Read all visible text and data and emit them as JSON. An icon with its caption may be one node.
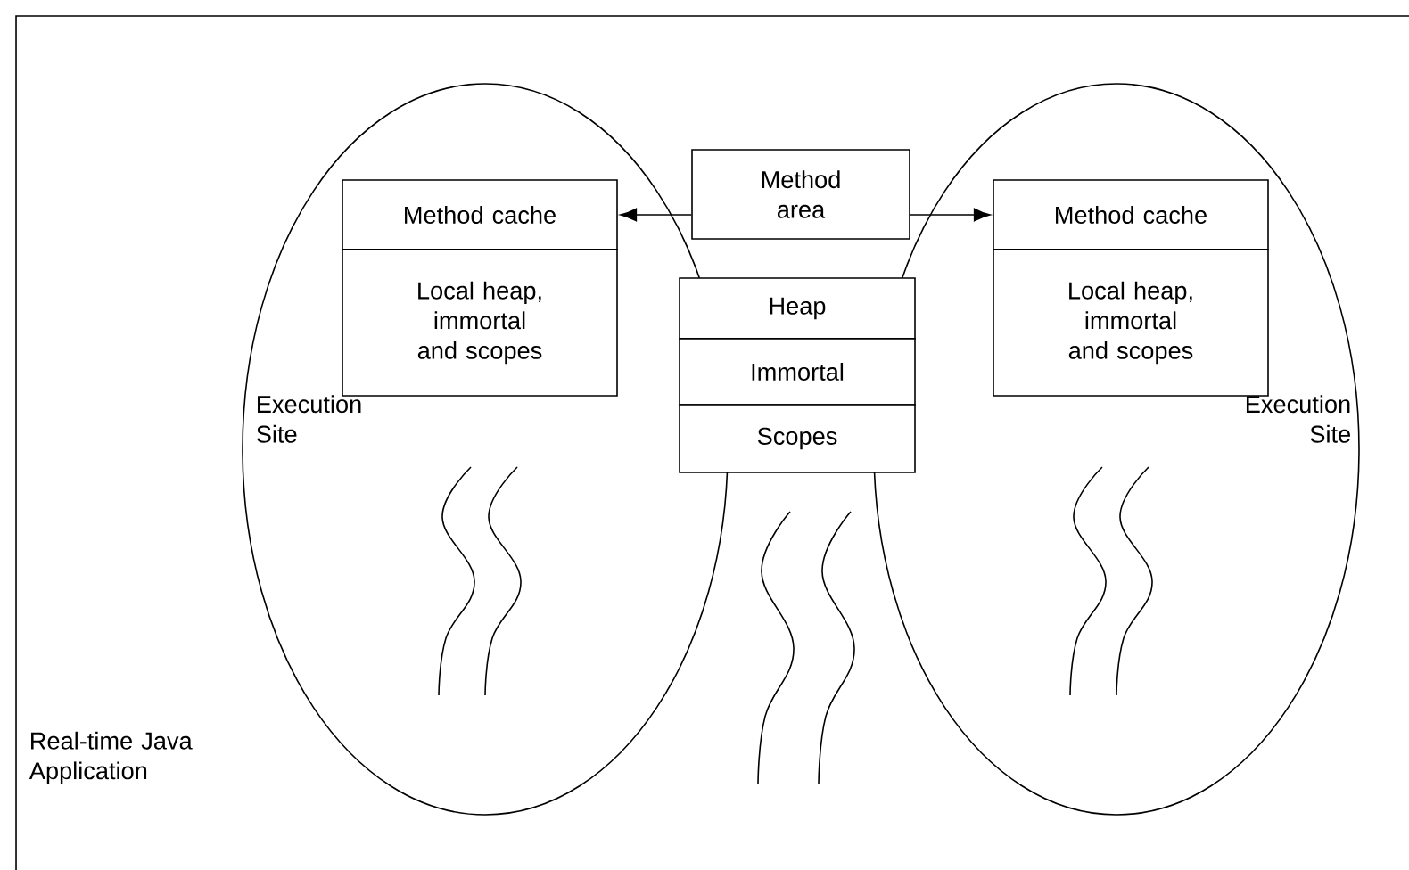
{
  "diagram": {
    "nodes": [
      {
        "text": [
          "Real-time Java Application"
        ]
      },
      {
        "text": [
          "Execution Site"
        ],
        "in": 0
      },
      {
        "text": [
          "Method cache"
        ],
        "in": 1
      },
      {
        "text": [
          "Local heap, immortal and scopes"
        ],
        "in": 1
      },
      {
        "text": [
          "Method area"
        ],
        "in": 0
      },
      {
        "text": [
          "Heap"
        ],
        "in": 0
      },
      {
        "text": [
          "Immortal"
        ],
        "in": 0
      },
      {
        "text": [
          "Scopes"
        ],
        "in": 0
      },
      {
        "text": [
          "Execution Site"
        ],
        "in": 0
      },
      {
        "text": [
          "Method cache"
        ],
        "in": 8
      },
      {
        "text": [
          "Local heap, immortal and scopes"
        ],
        "in": 8
      }
    ],
    "edges": [
      {
        "from": 4,
        "to": 2,
        "arrow": "to"
      },
      {
        "from": 4,
        "to": 9,
        "arrow": "to"
      }
    ]
  }
}
